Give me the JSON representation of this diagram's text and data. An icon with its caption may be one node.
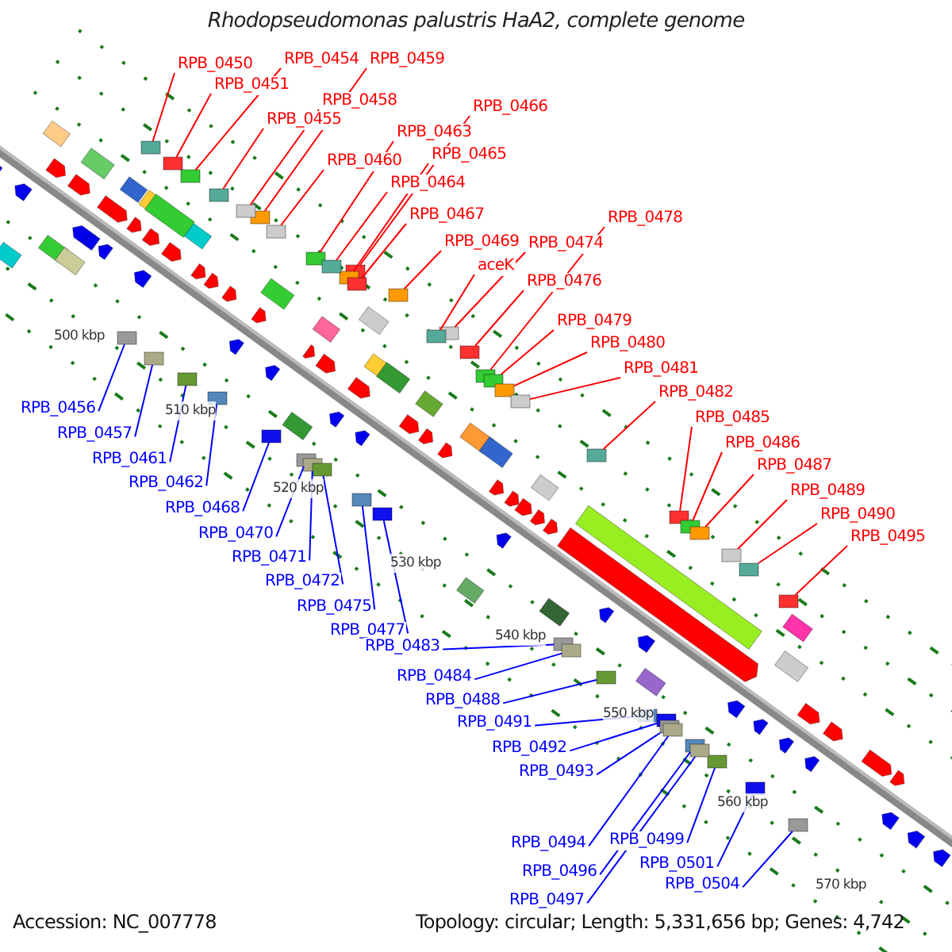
{
  "diagram": {
    "title": "Rhodopseudomonas palustris HaA2, complete genome",
    "nodes": [
      {
        "text": [
          "RPB_0450"
        ]
      },
      {
        "text": [
          "RPB_0451"
        ]
      },
      {
        "text": [
          "RPB_0454"
        ]
      },
      {
        "text": [
          "RPB_0459"
        ]
      },
      {
        "text": [
          "RPB_0458"
        ]
      },
      {
        "text": [
          "RPB_0455"
        ]
      },
      {
        "text": [
          "RPB_0466"
        ]
      },
      {
        "text": [
          "RPB_0463"
        ]
      },
      {
        "text": [
          "RPB_0465"
        ]
      },
      {
        "text": [
          "RPB_0460"
        ]
      },
      {
        "text": [
          "RPB_0464"
        ]
      },
      {
        "text": [
          "RPB_0467"
        ]
      },
      {
        "text": [
          "RPB_0478"
        ]
      },
      {
        "text": [
          "RPB_0469"
        ]
      },
      {
        "text": [
          "RPB_0474"
        ]
      },
      {
        "text": [
          "aceK"
        ]
      },
      {
        "text": [
          "RPB_0476"
        ]
      },
      {
        "text": [
          "RPB_0479"
        ]
      },
      {
        "text": [
          "RPB_0480"
        ]
      },
      {
        "text": [
          "RPB_0481"
        ]
      },
      {
        "text": [
          "RPB_0482"
        ]
      },
      {
        "text": [
          "RPB_0485"
        ]
      },
      {
        "text": [
          "RPB_0486"
        ]
      },
      {
        "text": [
          "RPB_0487"
        ]
      },
      {
        "text": [
          "RPB_0489"
        ]
      },
      {
        "text": [
          "RPB_0490"
        ]
      },
      {
        "text": [
          "RPB_0495"
        ]
      },
      {
        "text": [
          "RPB_0456"
        ]
      },
      {
        "text": [
          "RPB_0457"
        ]
      },
      {
        "text": [
          "RPB_0461"
        ]
      },
      {
        "text": [
          "RPB_0462"
        ]
      },
      {
        "text": [
          "RPB_0468"
        ]
      },
      {
        "text": [
          "RPB_0470"
        ]
      },
      {
        "text": [
          "RPB_0471"
        ]
      },
      {
        "text": [
          "RPB_0472"
        ]
      },
      {
        "text": [
          "RPB_0475"
        ]
      },
      {
        "text": [
          "RPB_0477"
        ]
      },
      {
        "text": [
          "RPB_0483"
        ]
      },
      {
        "text": [
          "RPB_0484"
        ]
      },
      {
        "text": [
          "RPB_0488"
        ]
      },
      {
        "text": [
          "RPB_0491"
        ]
      },
      {
        "text": [
          "RPB_0492"
        ]
      },
      {
        "text": [
          "RPB_0493"
        ]
      },
      {
        "text": [
          "RPB_0494"
        ]
      },
      {
        "text": [
          "RPB_0499"
        ]
      },
      {
        "text": [
          "RPB_0496"
        ]
      },
      {
        "text": [
          "RPB_0501"
        ]
      },
      {
        "text": [
          "RPB_0504"
        ]
      },
      {
        "text": [
          "RPB_0497"
        ]
      },
      {
        "text": [],
        "shape": "box"
      },
      {
        "text": [],
        "shape": "box"
      },
      {
        "text": [],
        "shape": "box"
      },
      {
        "text": [],
        "shape": "box"
      },
      {
        "text": [],
        "shape": "box"
      },
      {
        "text": [],
        "shape": "box"
      },
      {
        "text": [],
        "shape": "box"
      },
      {
        "text": [],
        "shape": "box"
      },
      {
        "text": [],
        "shape": "box"
      },
      {
        "text": [],
        "shape": "box"
      },
      {
        "text": [],
        "shape": "box"
      },
      {
        "text": [],
        "shape": "box"
      },
      {
        "text": [],
        "shape": "box"
      },
      {
        "text": [],
        "shape": "box"
      },
      {
        "text": [],
        "shape": "box"
      },
      {
        "text": [],
        "shape": "box"
      },
      {
        "text": [],
        "shape": "box"
      },
      {
        "text": [],
        "shape": "box"
      },
      {
        "text": [],
        "shape": "box"
      },
      {
        "text": [],
        "shape": "box"
      },
      {
        "text": [],
        "shape": "box"
      },
      {
        "text": [],
        "shape": "box"
      },
      {
        "text": [],
        "shape": "box"
      },
      {
        "text": [],
        "shape": "box"
      },
      {
        "text": [],
        "shape": "box"
      },
      {
        "text": [],
        "shape": "box"
      },
      {
        "text": [],
        "shape": "box"
      },
      {
        "text": [],
        "shape": "box"
      },
      {
        "text": [],
        "shape": "box"
      },
      {
        "text": [],
        "shape": "box"
      },
      {
        "text": [],
        "shape": "box"
      },
      {
        "text": [],
        "shape": "box"
      },
      {
        "text": [],
        "shape": "box"
      },
      {
        "text": [],
        "shape": "box"
      },
      {
        "text": [],
        "shape": "box"
      },
      {
        "text": [],
        "shape": "box"
      },
      {
        "text": [],
        "shape": "box"
      },
      {
        "text": [],
        "shape": "box"
      },
      {
        "text": [],
        "shape": "box"
      },
      {
        "text": [],
        "shape": "box"
      },
      {
        "text": [],
        "shape": "box"
      },
      {
        "text": [],
        "shape": "box"
      },
      {
        "text": [],
        "shape": "box"
      },
      {
        "text": [],
        "shape": "box"
      },
      {
        "text": [],
        "shape": "box"
      },
      {
        "text": [],
        "shape": "box"
      },
      {
        "text": [],
        "shape": "box"
      },
      {
        "text": [],
        "shape": "box"
      },
      {
        "text": [],
        "shape": "box"
      }
    ],
    "edges": [
      {
        "from": 0,
        "to": 49,
        "arrow": "none"
      },
      {
        "from": 1,
        "to": 50,
        "arrow": "none"
      },
      {
        "from": 2,
        "to": 51,
        "arrow": "none"
      },
      {
        "from": 3,
        "to": 52,
        "arrow": "none"
      },
      {
        "from": 4,
        "to": 53,
        "arrow": "none"
      },
      {
        "from": 5,
        "to": 54,
        "arrow": "none"
      },
      {
        "from": 6,
        "to": 55,
        "arrow": "none"
      },
      {
        "from": 7,
        "to": 56,
        "arrow": "none"
      },
      {
        "from": 8,
        "to": 57,
        "arrow": "none"
      },
      {
        "from": 9,
        "to": 58,
        "arrow": "none"
      },
      {
        "from": 10,
        "to": 59,
        "arrow": "none"
      },
      {
        "from": 11,
        "to": 60,
        "arrow": "none"
      },
      {
        "from": 12,
        "to": 61,
        "arrow": "none"
      },
      {
        "from": 13,
        "to": 62,
        "arrow": "none"
      },
      {
        "from": 14,
        "to": 63,
        "arrow": "none"
      },
      {
        "from": 15,
        "to": 64,
        "arrow": "none"
      },
      {
        "from": 16,
        "to": 65,
        "arrow": "none"
      },
      {
        "from": 17,
        "to": 66,
        "arrow": "none"
      },
      {
        "from": 18,
        "to": 67,
        "arrow": "none"
      },
      {
        "from": 19,
        "to": 68,
        "arrow": "none"
      },
      {
        "from": 20,
        "to": 69,
        "arrow": "none"
      },
      {
        "from": 21,
        "to": 70,
        "arrow": "none"
      },
      {
        "from": 22,
        "to": 71,
        "arrow": "none"
      },
      {
        "from": 23,
        "to": 72,
        "arrow": "none"
      },
      {
        "from": 24,
        "to": 73,
        "arrow": "none"
      },
      {
        "from": 25,
        "to": 74,
        "arrow": "none"
      },
      {
        "from": 26,
        "to": 75,
        "arrow": "none"
      },
      {
        "from": 27,
        "to": 76,
        "arrow": "none",
        "color": "#0000ff"
      },
      {
        "from": 28,
        "to": 77,
        "arrow": "none",
        "color": "#0000ff"
      },
      {
        "from": 29,
        "to": 78,
        "arrow": "none",
        "color": "#0000ff"
      },
      {
        "from": 30,
        "to": 79,
        "arrow": "none",
        "color": "#0000ff"
      },
      {
        "from": 31,
        "to": 80,
        "arrow": "none",
        "color": "#0000ff"
      },
      {
        "from": 32,
        "to": 81,
        "arrow": "none",
        "color": "#0000ff"
      },
      {
        "from": 33,
        "to": 82,
        "arrow": "none",
        "color": "#0000ff"
      },
      {
        "from": 34,
        "to": 83,
        "arrow": "none",
        "color": "#0000ff"
      },
      {
        "from": 35,
        "to": 84,
        "arrow": "none",
        "color": "#0000ff"
      },
      {
        "from": 36,
        "to": 85,
        "arrow": "none",
        "color": "#0000ff"
      },
      {
        "from": 37,
        "to": 86,
        "arrow": "none",
        "color": "#0000ff"
      },
      {
        "from": 38,
        "to": 87,
        "arrow": "none",
        "color": "#0000ff"
      },
      {
        "from": 39,
        "to": 88,
        "arrow": "none",
        "color": "#0000ff"
      },
      {
        "from": 40,
        "to": 89,
        "arrow": "none",
        "color": "#0000ff"
      },
      {
        "from": 41,
        "to": 90,
        "arrow": "none",
        "color": "#0000ff"
      },
      {
        "from": 42,
        "to": 91,
        "arrow": "none",
        "color": "#0000ff"
      },
      {
        "from": 43,
        "to": 92,
        "arrow": "none",
        "color": "#0000ff"
      },
      {
        "from": 44,
        "to": 93,
        "arrow": "none",
        "color": "#0000ff"
      },
      {
        "from": 45,
        "to": 94,
        "arrow": "none",
        "color": "#0000ff"
      },
      {
        "from": 46,
        "to": 95,
        "arrow": "none",
        "color": "#0000ff"
      },
      {
        "from": 47,
        "to": 96,
        "arrow": "none",
        "color": "#0000ff"
      },
      {
        "from": 48,
        "to": 97,
        "arrow": "none",
        "color": "#0000ff"
      }
    ],
    "labels": [
      "500 kbp",
      "510 kbp",
      "520 kbp",
      "530 kbp",
      "540 kbp",
      "550 kbp",
      "560 kbp",
      "570 kbp",
      "Accession: NC_007778",
      "Topology: circular; Length: 5,331,656 bp; Genes: 4,742"
    ]
  }
}
